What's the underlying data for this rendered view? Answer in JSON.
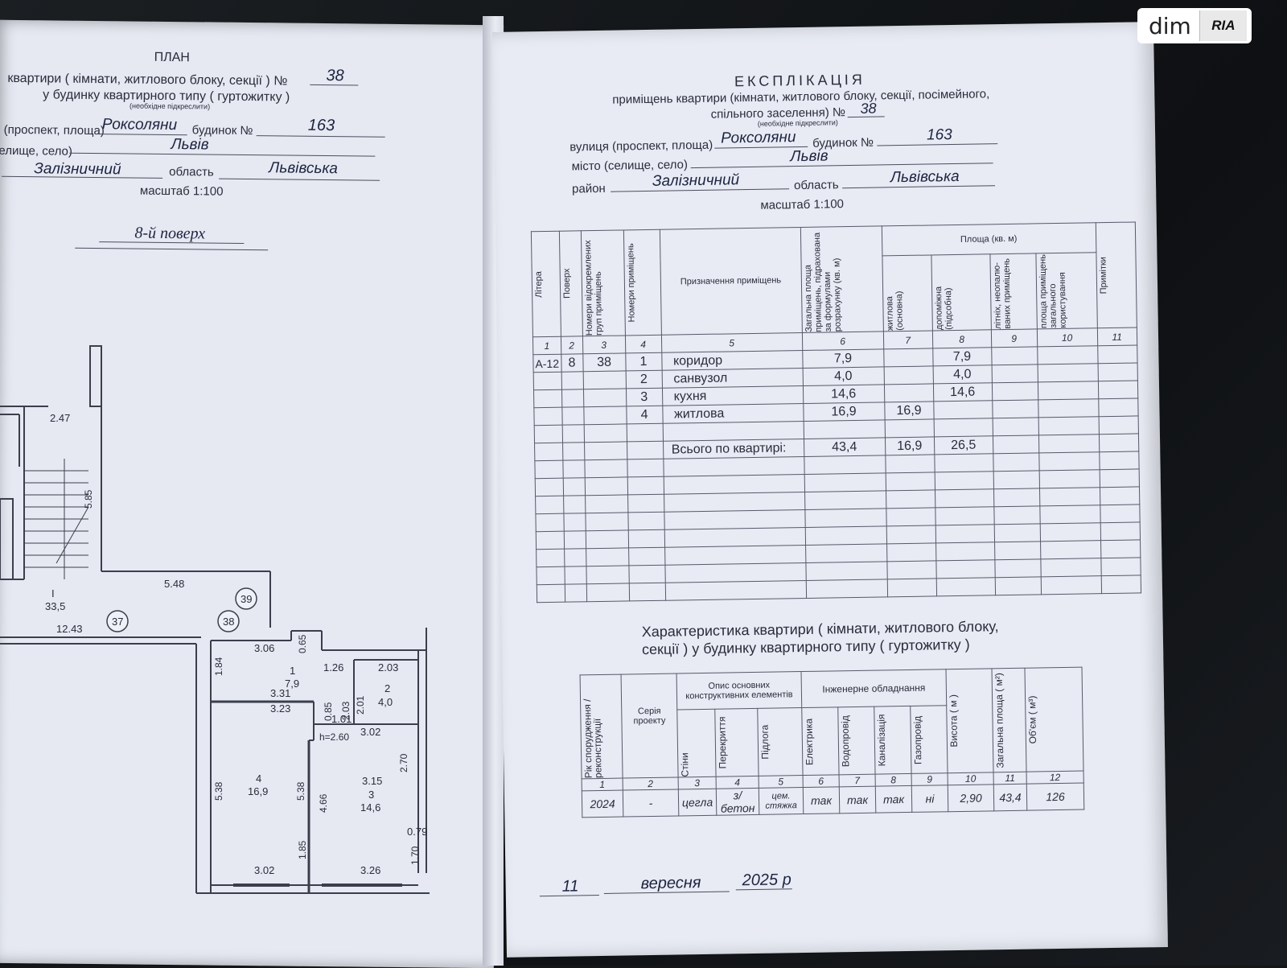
{
  "watermark": {
    "left": "dim",
    "right": "RIA"
  },
  "left_page": {
    "title": "ПЛАН",
    "line1_label": "квартири ( кімнати, житлового блоку, секції ) №",
    "line1_value": "38",
    "line2_label": "у будинку квартирного типу ( гуртожитку )",
    "note": "(необхідне підкреслити)",
    "street_label": "(проспект, площа)",
    "street_value": "Роксоляни",
    "house_label": "будинок №",
    "house_value": "163",
    "city_label": "елище, село)",
    "city_value": "Львів",
    "district_value": "Залізничний",
    "region_label": "область",
    "region_value": "Львівська",
    "scale": "масштаб 1:100",
    "floor": "8-й поверх"
  },
  "plan_labels": {
    "dims": [
      "2.47",
      "5.48",
      "12.43",
      "3.06",
      "0.65",
      "1.26",
      "2.03",
      "1.84",
      "3.31",
      "3.23",
      "2.03",
      "2.01",
      "0.85",
      "1.01",
      "3.02",
      "5.38",
      "5.38",
      "4.66",
      "2.70",
      "0.79",
      "1.70",
      "1.85",
      "3.02",
      "3.26",
      "3.15",
      "5.85"
    ],
    "height_note": "h=2.60",
    "corridor_no": "I",
    "corridor_area": "33,5",
    "room1_no": "1",
    "room1_area": "7,9",
    "room2_no": "2",
    "room2_area": "4,0",
    "room3_no": "3",
    "room3_area": "14,6",
    "room4_no": "4",
    "room4_area": "16,9",
    "apt_37": "37",
    "apt_38": "38",
    "apt_39": "39"
  },
  "right_page": {
    "title": "ЕКСПЛІКАЦІЯ",
    "sub1": "приміщень квартири (кімнати, житлового блоку, секції, посімейного,",
    "sub2_label": "спільного заселення) №",
    "sub2_value": "38",
    "note": "(необхідне підкреслити)",
    "street_label": "вулиця (проспект, площа)",
    "street_value": "Роксоляни",
    "house_label": "будинок №",
    "house_value": "163",
    "city_label": "місто (селище, село)",
    "city_value": "Львів",
    "district_label": "район",
    "district_value": "Залізничний",
    "region_label": "область",
    "region_value": "Львівська",
    "scale": "масштаб 1:100",
    "table": {
      "headers": {
        "litera": "Літера",
        "poverh": "Поверх",
        "groups": "Номери відокремлених груп приміщень",
        "rooms": "Номери приміщень",
        "purpose": "Призначення приміщень",
        "total": "Загальна площа приміщень, підрахована за формулами розрахунку (кв. м)",
        "area_group": "Площа (кв. м)",
        "living": "житлова (основна)",
        "aux": "допоміжна (підсобна)",
        "summer": "літніх, неопалю-ваних приміщень",
        "common": "площа приміщень загального користування",
        "notes": "Примітки"
      },
      "col_numbers": [
        "1",
        "2",
        "3",
        "4",
        "5",
        "6",
        "7",
        "8",
        "9",
        "10",
        "11"
      ],
      "rows": [
        {
          "litera": "А-12",
          "floor": "8",
          "group": "38",
          "no": "1",
          "purpose": "коридор",
          "total": "7,9",
          "living": "",
          "aux": "7,9"
        },
        {
          "litera": "",
          "floor": "",
          "group": "",
          "no": "2",
          "purpose": "санвузол",
          "total": "4,0",
          "living": "",
          "aux": "4,0"
        },
        {
          "litera": "",
          "floor": "",
          "group": "",
          "no": "3",
          "purpose": "кухня",
          "total": "14,6",
          "living": "",
          "aux": "14,6"
        },
        {
          "litera": "",
          "floor": "",
          "group": "",
          "no": "4",
          "purpose": "житлова",
          "total": "16,9",
          "living": "16,9",
          "aux": ""
        }
      ],
      "total_row": {
        "label": "Всього по квартирі:",
        "total": "43,4",
        "living": "16,9",
        "aux": "26,5"
      }
    },
    "char_title1": "Характеристика квартири ( кімнати, житлового блоку,",
    "char_title2": "секції )  у будинку квартирного типу ( гуртожитку )",
    "char_table": {
      "h_year": "Рік спорудження / реконструкції",
      "h_series": "Серія проекту",
      "h_desc": "Опис основних конструктивних елементів",
      "h_walls": "Стіни",
      "h_ceiling": "Перекриття",
      "h_floor": "Підлога",
      "h_eng": "Інженерне обладнання",
      "h_elec": "Електрика",
      "h_water": "Водопровід",
      "h_sewer": "Каналізація",
      "h_gas": "Газопровід",
      "h_height": "Висота  ( м )",
      "h_area": "Загальна площа ( м²)",
      "h_volume": "Об'єм  ( м³)",
      "nums": [
        "1",
        "2",
        "3",
        "4",
        "5",
        "6",
        "7",
        "8",
        "9",
        "10",
        "11",
        "12"
      ],
      "vals": [
        "2024",
        "-",
        "цегла",
        "з/бетон",
        "цем. стяжка",
        "так",
        "так",
        "так",
        "ні",
        "2,90",
        "43,4",
        "126"
      ]
    },
    "date_day": "11",
    "date_month": "вересня",
    "date_year": "2025 р"
  }
}
